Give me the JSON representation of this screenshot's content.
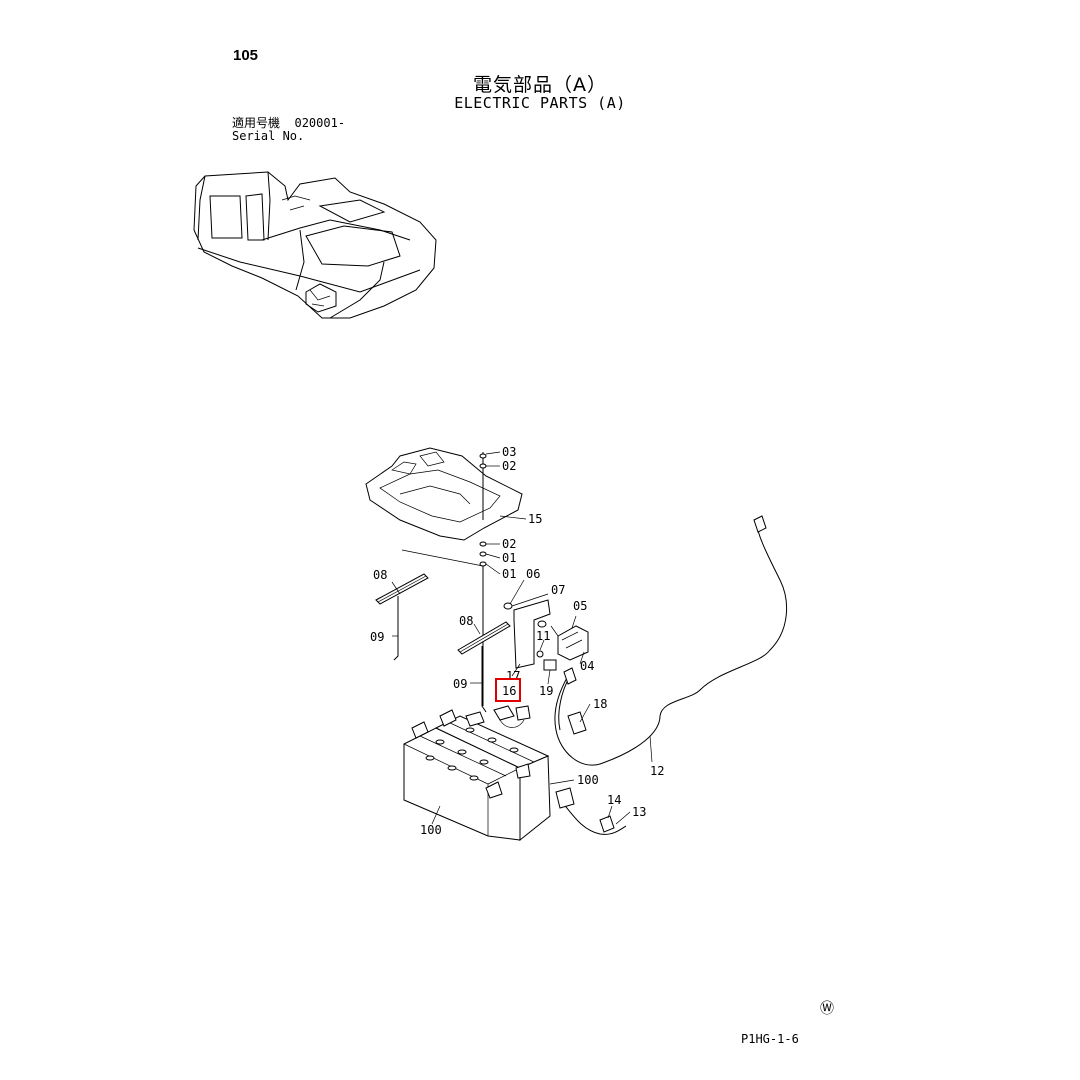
{
  "header": {
    "page_number": "105",
    "title_jp": "電気部品（A）",
    "title_en": "ELECTRIC PARTS (A)",
    "serial_label_jp": "適用号機",
    "serial_value": "020001-",
    "serial_label_en": "Serial No."
  },
  "callouts": [
    {
      "id": "c03",
      "label": "03"
    },
    {
      "id": "c02a",
      "label": "02"
    },
    {
      "id": "c15",
      "label": "15"
    },
    {
      "id": "c02b",
      "label": "02"
    },
    {
      "id": "c01a",
      "label": "01"
    },
    {
      "id": "c01b",
      "label": "01"
    },
    {
      "id": "c06",
      "label": "06"
    },
    {
      "id": "c07",
      "label": "07"
    },
    {
      "id": "c08a",
      "label": "08"
    },
    {
      "id": "c05",
      "label": "05"
    },
    {
      "id": "c09a",
      "label": "09"
    },
    {
      "id": "c08b",
      "label": "08"
    },
    {
      "id": "c11",
      "label": "11"
    },
    {
      "id": "c04",
      "label": "04"
    },
    {
      "id": "c17",
      "label": "17"
    },
    {
      "id": "c09b",
      "label": "09"
    },
    {
      "id": "c16",
      "label": "16"
    },
    {
      "id": "c19",
      "label": "19"
    },
    {
      "id": "c18",
      "label": "18"
    },
    {
      "id": "c12",
      "label": "12"
    },
    {
      "id": "c100a",
      "label": "100"
    },
    {
      "id": "c14",
      "label": "14"
    },
    {
      "id": "c13",
      "label": "13"
    },
    {
      "id": "c100b",
      "label": "100"
    }
  ],
  "highlighted_callout": "16",
  "highlight_color": "#e00000",
  "footer": {
    "watermark": "Ⓦ",
    "drawing_code": "P1HG-1-6"
  }
}
